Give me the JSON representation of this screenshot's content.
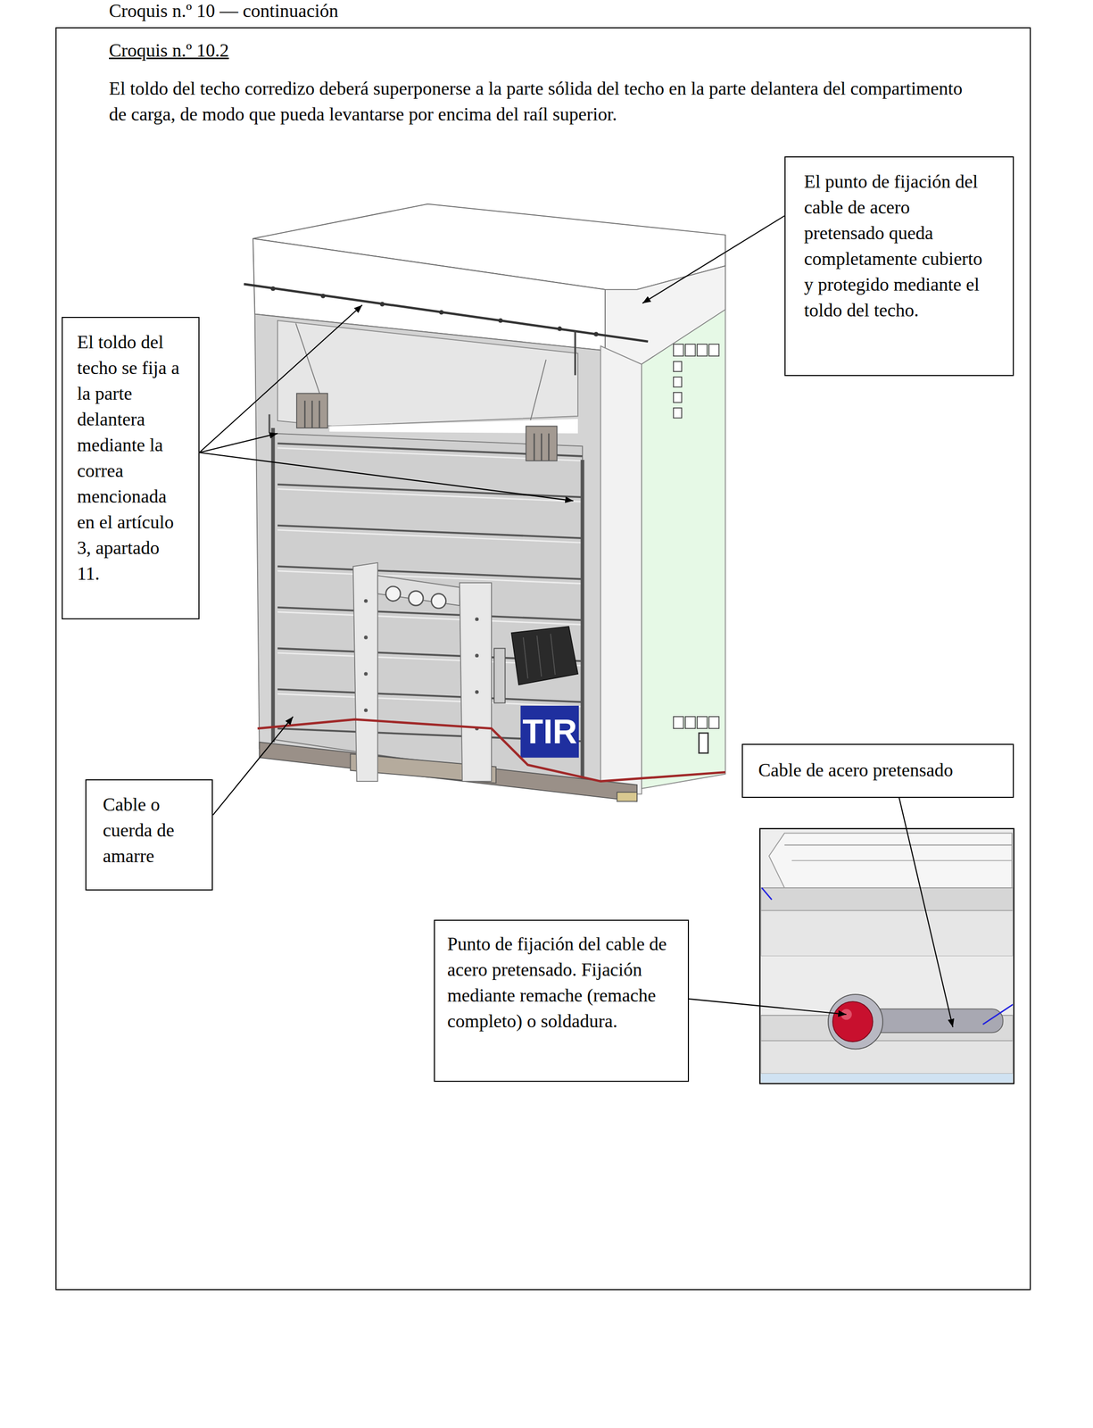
{
  "diagram": {
    "title": "Croquis n.º 10 — continuación",
    "nodes": [
      {
        "text": [
          "Croquis n.º 10.2",
          "El toldo del techo corredizo deberá superponerse a la parte sólida del techo en la parte delantera del compartimento de carga, de modo que pueda levantarse por encima del raíl superior."
        ]
      },
      {
        "text": [
          "El punto de fijación del cable de acero pretensado queda completamente cubierto y protegido mediante el toldo del techo."
        ],
        "in": 0
      },
      {
        "text": [
          "El toldo del techo se fija a la parte delantera mediante la correa mencionada en el artículo 3, apartado 11."
        ],
        "in": 0
      },
      {
        "text": [
          "Cable de acero pretensado"
        ],
        "in": 0
      },
      {
        "text": [
          "Cable o cuerda de amarre"
        ],
        "in": 0
      },
      {
        "text": [
          "Punto de fijación del cable de acero pretensado. Fijación mediante remache (remache completo) o soldadura."
        ],
        "in": 0
      }
    ],
    "labels": [
      "TIR"
    ]
  }
}
